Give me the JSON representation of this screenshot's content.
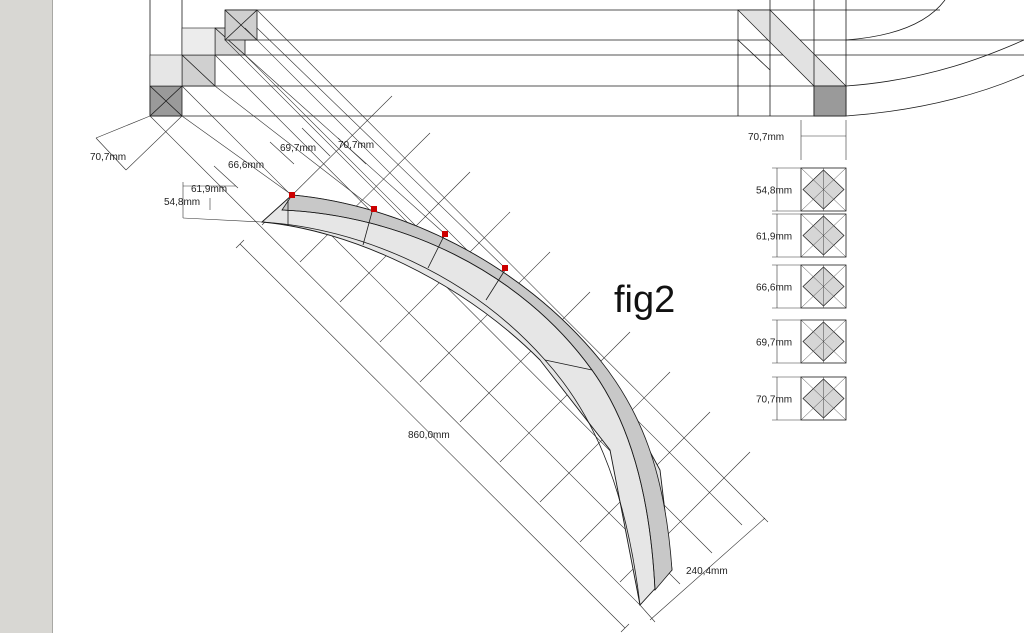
{
  "figure_label": "fig2",
  "dimensions": {
    "d_707_left": "70,7mm",
    "d_666": "66,6mm",
    "d_697": "69,7mm",
    "d_707_top": "70,7mm",
    "d_619": "61,9mm",
    "d_548": "54,8mm",
    "length": "860,0mm",
    "width": "240,4mm"
  },
  "sections": {
    "header": "70,7mm",
    "items": [
      {
        "label": "54,8mm"
      },
      {
        "label": "61,9mm"
      },
      {
        "label": "66,6mm"
      },
      {
        "label": "69,7mm"
      },
      {
        "label": "70,7mm"
      }
    ]
  },
  "colors": {
    "panel": "#d8d7d3",
    "face_light": "#e6e6e6",
    "face_mid": "#c8c8c8",
    "face_dark": "#9a9a9a",
    "marker": "#cc0000"
  }
}
